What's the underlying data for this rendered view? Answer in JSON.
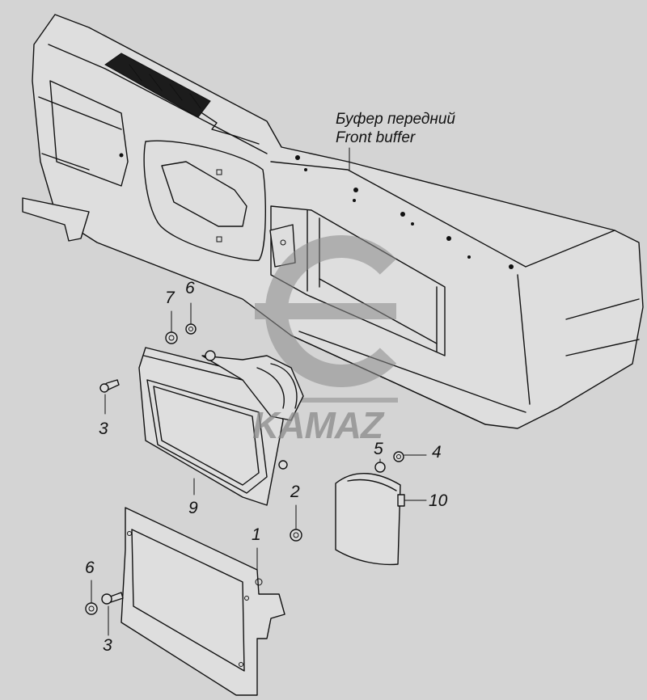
{
  "caption": {
    "ru": "Буфер передний",
    "en": "Front buffer"
  },
  "watermark": "KAMAZ",
  "callouts": {
    "c1": "1",
    "c2": "2",
    "c3a": "3",
    "c3b": "3",
    "c4": "4",
    "c5": "5",
    "c6a": "6",
    "c6b": "6",
    "c7": "7",
    "c9": "9",
    "c10": "10"
  }
}
